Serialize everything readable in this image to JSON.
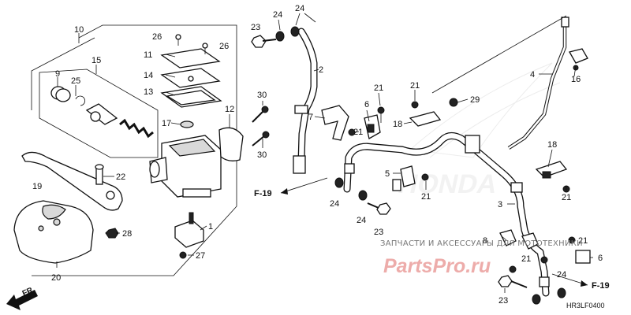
{
  "callouts": [
    {
      "id": "c10",
      "text": "10"
    },
    {
      "id": "c15",
      "text": "15"
    },
    {
      "id": "c9",
      "text": "9"
    },
    {
      "id": "c25",
      "text": "25"
    },
    {
      "id": "c26a",
      "text": "26"
    },
    {
      "id": "c26b",
      "text": "26"
    },
    {
      "id": "c11",
      "text": "11"
    },
    {
      "id": "c14",
      "text": "14"
    },
    {
      "id": "c13",
      "text": "13"
    },
    {
      "id": "c17",
      "text": "17"
    },
    {
      "id": "c12",
      "text": "12"
    },
    {
      "id": "c30a",
      "text": "30"
    },
    {
      "id": "c30b",
      "text": "30"
    },
    {
      "id": "c22",
      "text": "22"
    },
    {
      "id": "c19",
      "text": "19"
    },
    {
      "id": "c28",
      "text": "28"
    },
    {
      "id": "c20",
      "text": "20"
    },
    {
      "id": "c1",
      "text": "1"
    },
    {
      "id": "c27",
      "text": "27"
    },
    {
      "id": "c23a",
      "text": "23"
    },
    {
      "id": "c24a",
      "text": "24"
    },
    {
      "id": "c24b",
      "text": "24"
    },
    {
      "id": "c2",
      "text": "2"
    },
    {
      "id": "c7",
      "text": "7"
    },
    {
      "id": "c21a",
      "text": "21"
    },
    {
      "id": "c6a",
      "text": "6"
    },
    {
      "id": "c21b",
      "text": "21"
    },
    {
      "id": "c29",
      "text": "29"
    },
    {
      "id": "c18a",
      "text": "18"
    },
    {
      "id": "c4",
      "text": "4"
    },
    {
      "id": "c16",
      "text": "16"
    },
    {
      "id": "c18b",
      "text": "18"
    },
    {
      "id": "c21c",
      "text": "21"
    },
    {
      "id": "c5",
      "text": "5"
    },
    {
      "id": "c21d",
      "text": "21"
    },
    {
      "id": "c24c",
      "text": "24"
    },
    {
      "id": "c24d",
      "text": "24"
    },
    {
      "id": "c23b",
      "text": "23"
    },
    {
      "id": "c3",
      "text": "3"
    },
    {
      "id": "c8",
      "text": "8"
    },
    {
      "id": "c21e",
      "text": "21"
    },
    {
      "id": "c21f",
      "text": "21"
    },
    {
      "id": "c21g",
      "text": "21"
    },
    {
      "id": "c6b",
      "text": "6"
    },
    {
      "id": "c23c",
      "text": "23"
    },
    {
      "id": "c24e",
      "text": "24"
    }
  ],
  "references": {
    "ref_left": "F-19",
    "ref_right": "F-19",
    "direction": "FR."
  },
  "watermark": {
    "caption": "ЗАПЧАСТИ И АКСЕССУАРЫ ДЛЯ МОТОТЕХНИКИ",
    "brand": "PartsPro.ru"
  },
  "diagram_code": "HR3LF0400",
  "colors": {
    "ink": "#111111",
    "brand_red": "#e06a66",
    "watermark_gray": "#777777"
  }
}
